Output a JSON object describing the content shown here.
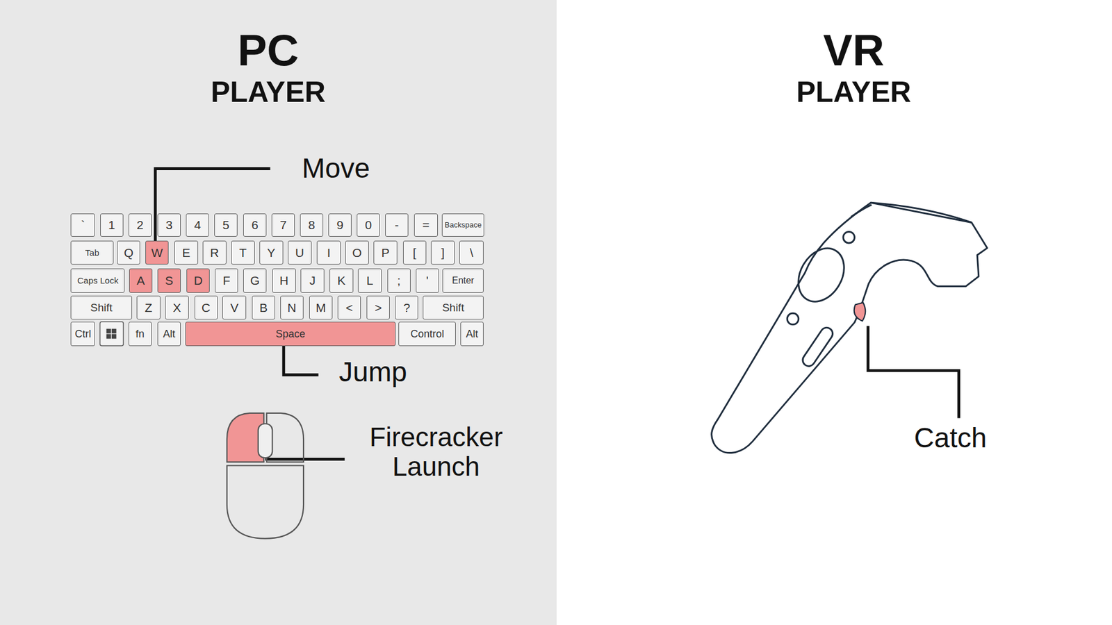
{
  "diagram": {
    "nodes": [
      {
        "text": [
          "`"
        ]
      },
      {
        "text": [
          "1"
        ]
      },
      {
        "text": [
          "2"
        ]
      },
      {
        "text": [
          "3"
        ]
      },
      {
        "text": [
          "4"
        ]
      },
      {
        "text": [
          "5"
        ]
      },
      {
        "text": [
          "6"
        ]
      },
      {
        "text": [
          "7"
        ]
      },
      {
        "text": [
          "8"
        ]
      },
      {
        "text": [
          "9"
        ]
      },
      {
        "text": [
          "0"
        ]
      },
      {
        "text": [
          "-"
        ]
      },
      {
        "text": [
          "="
        ]
      },
      {
        "text": [
          "Backspace"
        ]
      },
      {
        "text": [
          "Tab"
        ]
      },
      {
        "text": [
          "Q"
        ]
      },
      {
        "text": [
          "W"
        ]
      },
      {
        "text": [
          "E"
        ]
      },
      {
        "text": [
          "R"
        ]
      },
      {
        "text": [
          "T"
        ]
      },
      {
        "text": [
          "Y"
        ]
      },
      {
        "text": [
          "U"
        ]
      },
      {
        "text": [
          "I"
        ]
      },
      {
        "text": [
          "O"
        ]
      },
      {
        "text": [
          "P"
        ]
      },
      {
        "text": [
          "["
        ]
      },
      {
        "text": [
          "]"
        ]
      },
      {
        "text": [
          "\\"
        ]
      },
      {
        "text": [
          "Caps Lock"
        ]
      },
      {
        "text": [
          "A"
        ]
      },
      {
        "text": [
          "S"
        ]
      },
      {
        "text": [
          "D"
        ]
      },
      {
        "text": [
          "F"
        ]
      },
      {
        "text": [
          "G"
        ]
      },
      {
        "text": [
          "H"
        ]
      },
      {
        "text": [
          "J"
        ]
      },
      {
        "text": [
          "K"
        ]
      },
      {
        "text": [
          "L"
        ]
      },
      {
        "text": [
          ";"
        ]
      },
      {
        "text": [
          "'"
        ]
      },
      {
        "text": [
          "Enter"
        ]
      },
      {
        "text": [
          "Shift"
        ]
      },
      {
        "text": [
          "Z"
        ]
      },
      {
        "text": [
          "X"
        ]
      },
      {
        "text": [
          "C"
        ]
      },
      {
        "text": [
          "V"
        ]
      },
      {
        "text": [
          "B"
        ]
      },
      {
        "text": [
          "N"
        ]
      },
      {
        "text": [
          "M"
        ]
      },
      {
        "text": [
          "<"
        ]
      },
      {
        "text": [
          ">"
        ]
      },
      {
        "text": [
          "?"
        ]
      },
      {
        "text": [
          "Shift"
        ]
      },
      {
        "text": [
          "Ctrl"
        ]
      },
      {
        "text": [
          "fn"
        ]
      },
      {
        "text": [
          "Alt"
        ]
      },
      {
        "text": [
          "Space"
        ]
      },
      {
        "text": [
          "Control"
        ]
      },
      {
        "text": [
          "Alt"
        ]
      }
    ],
    "labels": [
      "PC",
      "PLAYER",
      "VR",
      "PLAYER",
      "Move",
      "Jump",
      "Firecracker Launch",
      "Catch"
    ]
  }
}
